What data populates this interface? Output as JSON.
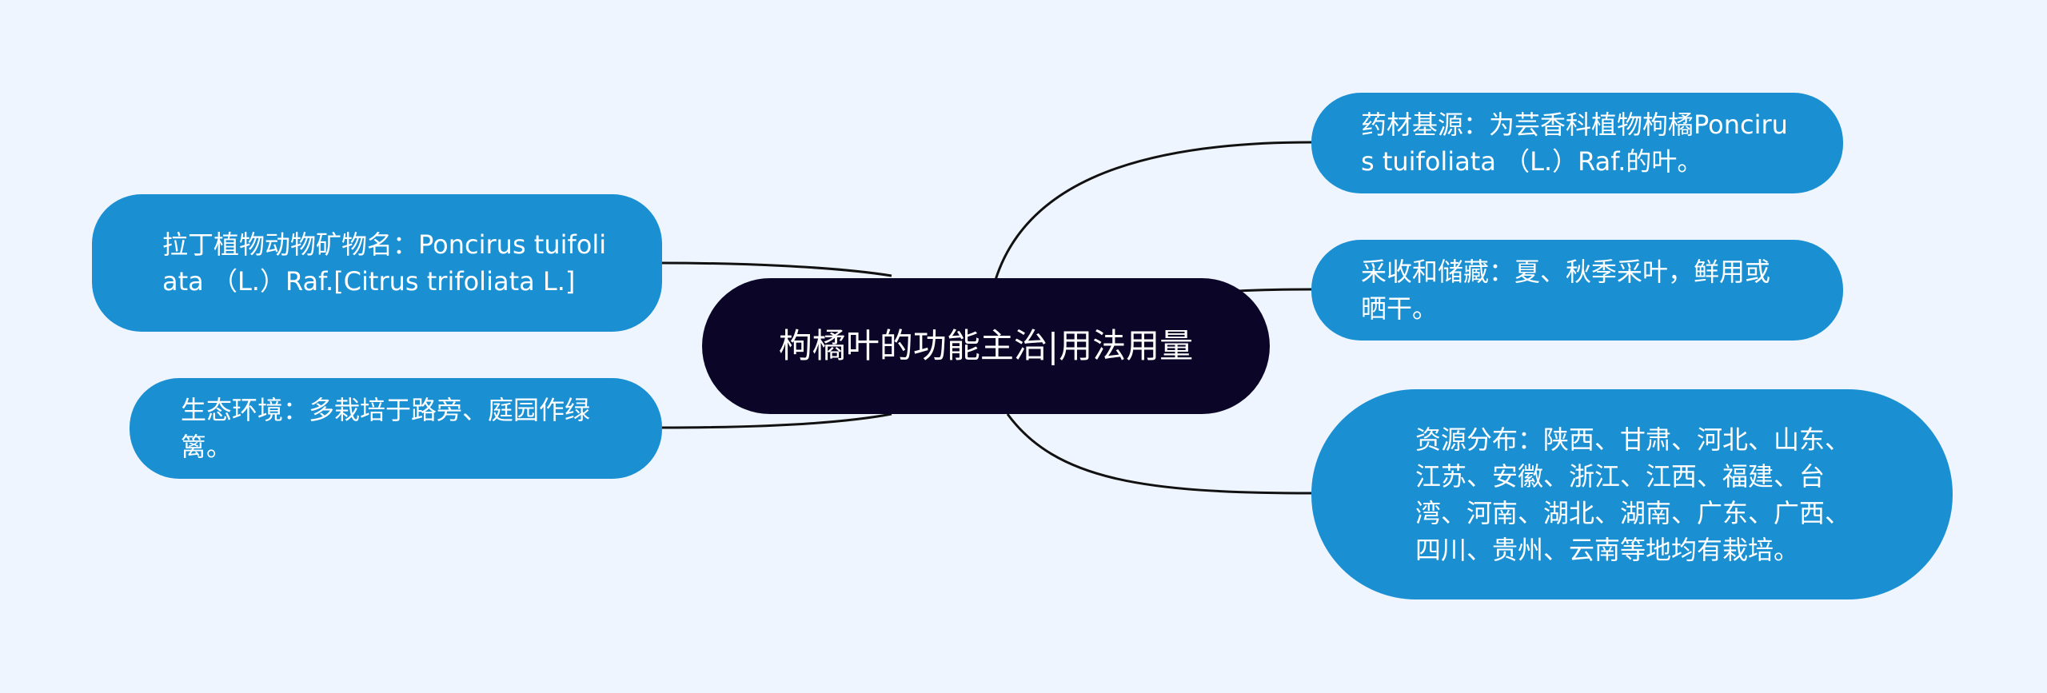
{
  "mindmap": {
    "root": {
      "label": "枸橘叶的功能主治|用法用量"
    },
    "branches": [
      {
        "id": "latin-name",
        "label": "拉丁植物动物矿物名：Poncirus tuifoliata （L.）Raf.[Citrus trifoliata L.]"
      },
      {
        "id": "habitat",
        "label": "生态环境：多栽培于路旁、庭园作绿篱。"
      },
      {
        "id": "source",
        "label": "药材基源：为芸香科植物枸橘Poncirus tuifoliata （L.）Raf.的叶。"
      },
      {
        "id": "harvest",
        "label": "采收和储藏：夏、秋季采叶，鲜用或晒干。"
      },
      {
        "id": "distribution",
        "label": "资源分布：陕西、甘肃、河北、山东、江苏、安徽、浙江、江西、福建、台湾、河南、湖北、湖南、广东、广西、四川、贵州、云南等地均有栽培。"
      }
    ],
    "colors": {
      "background": "#eef5fe",
      "root_fill": "#0b0628",
      "branch_fill": "#1a90d3",
      "text": "#ffffff",
      "connector": "#111111"
    }
  }
}
